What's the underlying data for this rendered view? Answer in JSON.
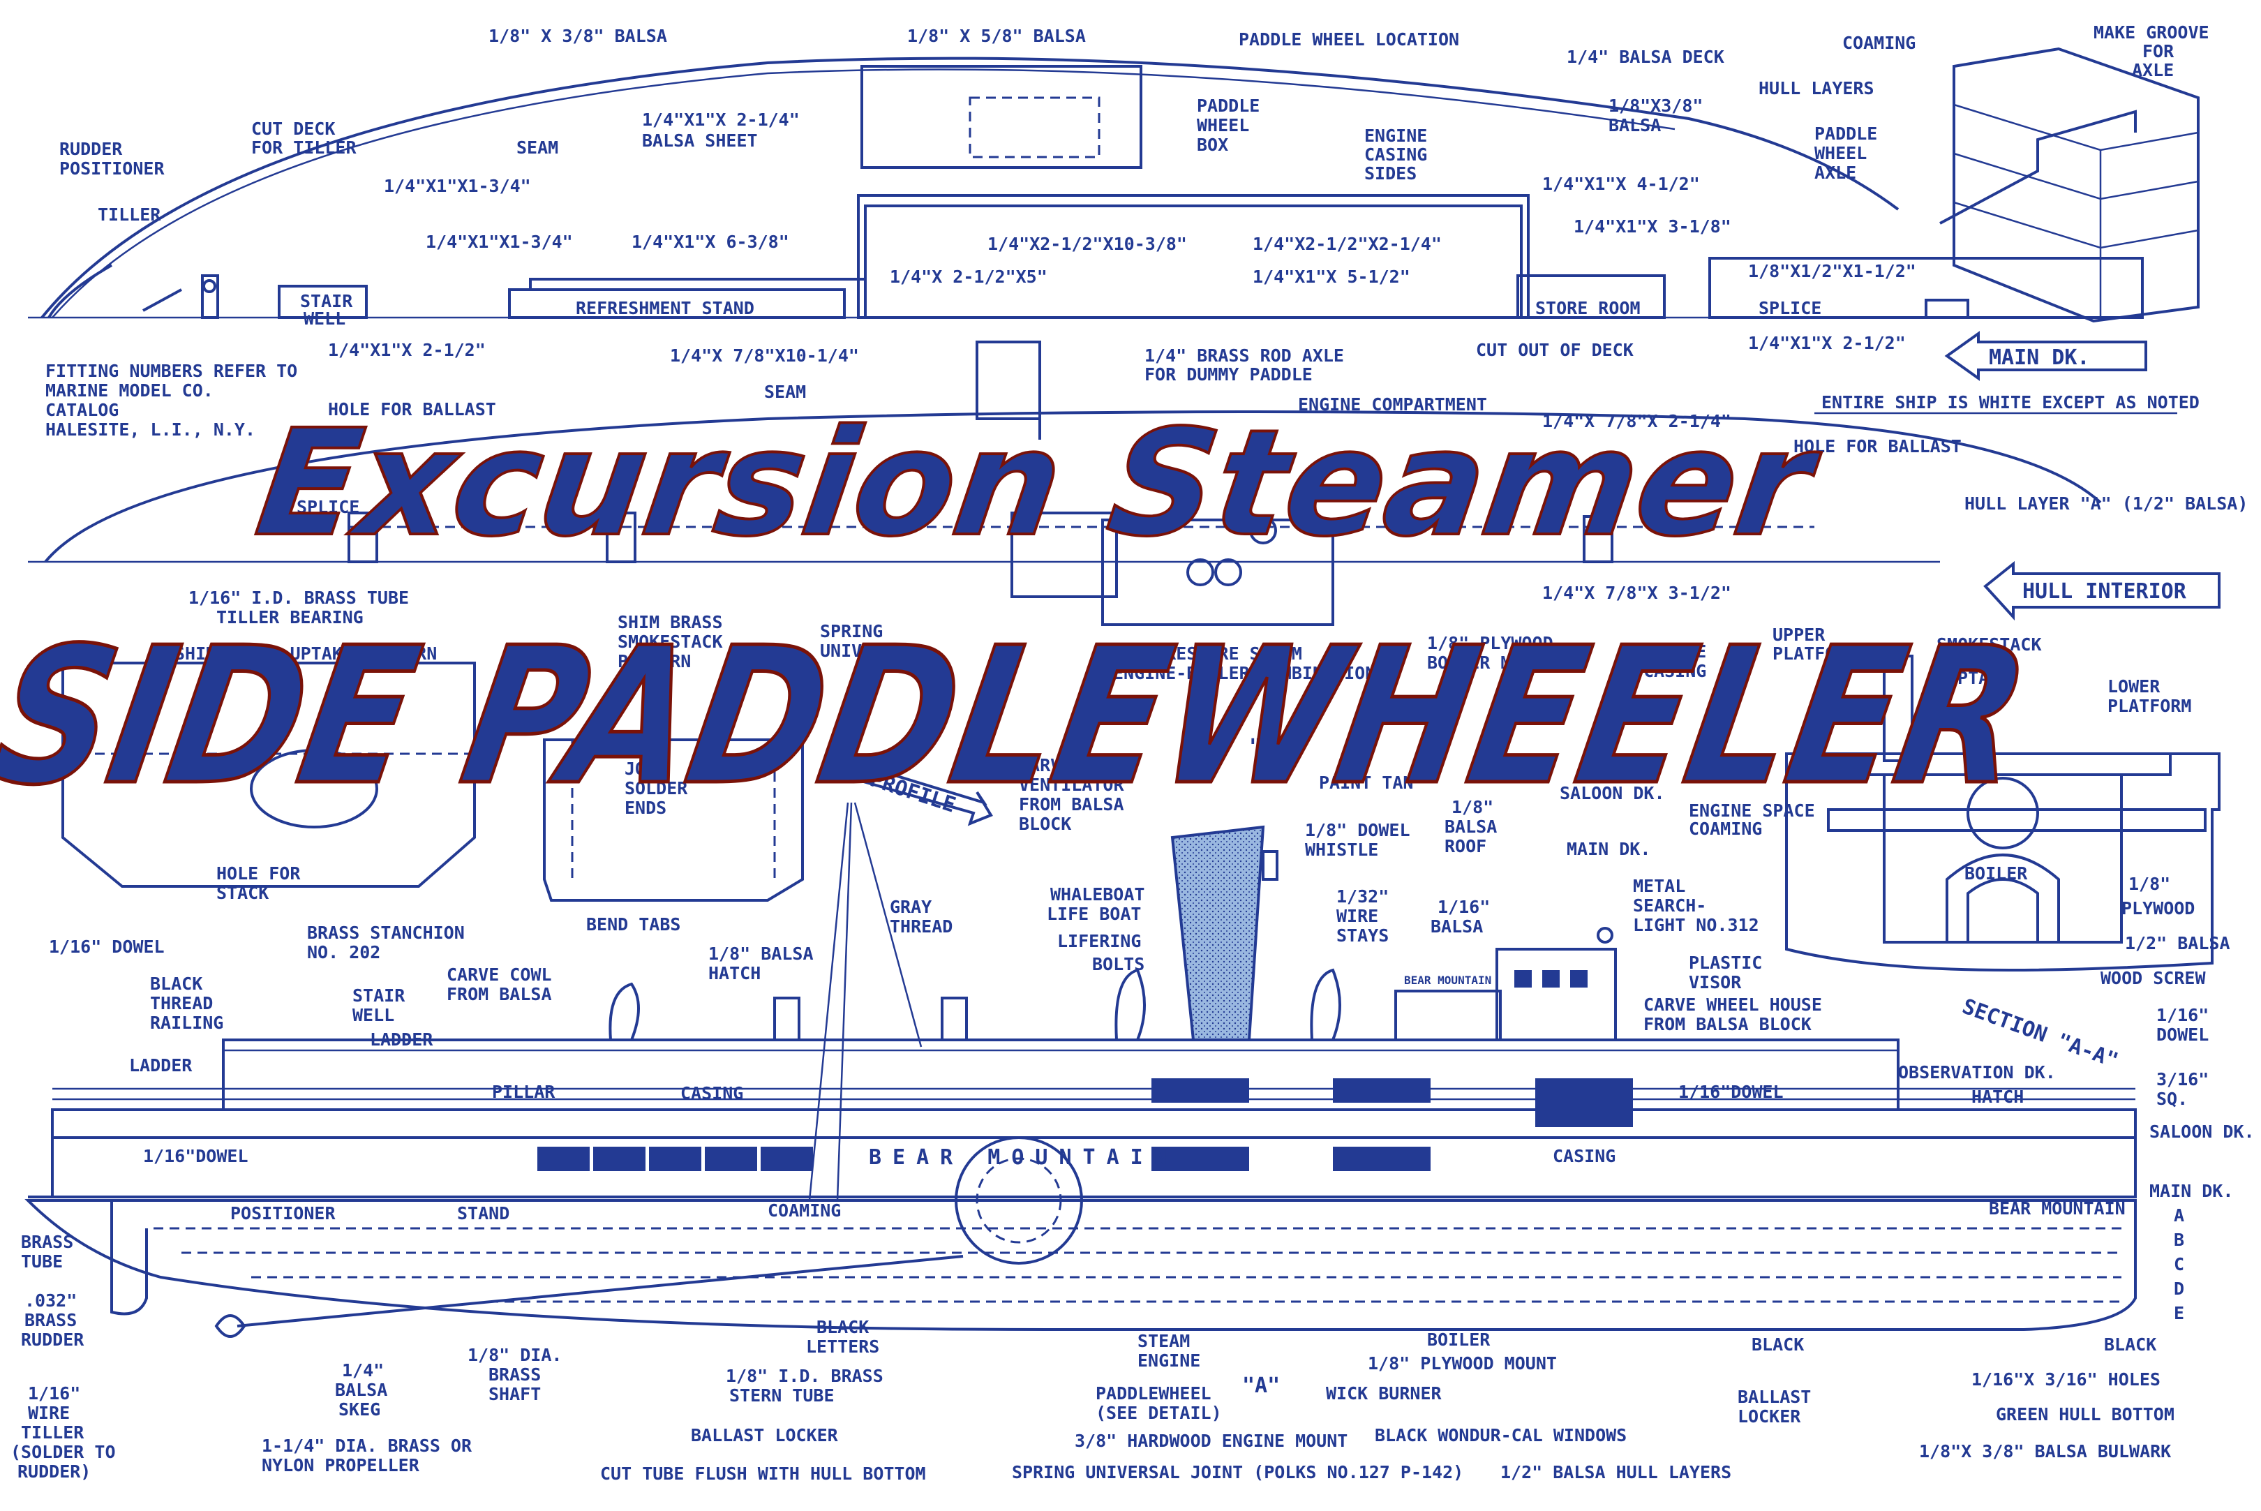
{
  "title": {
    "line1": "Excursion Steamer",
    "line2": "SIDE PADDLEWHEELER",
    "gradient_top": "#fff04a",
    "gradient_bottom": "#e0201a"
  },
  "colors": {
    "ink": "#233a93",
    "stack_fill": "#9ab8e0",
    "paper": "#ffffff"
  },
  "plan_deck": {
    "labels": {
      "balsa1": "1/8\" X 3/8\" BALSA",
      "balsa2": "1/8\" X 5/8\" BALSA",
      "paddle_loc": "PADDLE WHEEL LOCATION",
      "deck": "1/4\" BALSA DECK",
      "rudder_pos1": "RUDDER",
      "rudder_pos2": "POSITIONER",
      "cut_deck1": "CUT DECK",
      "cut_deck2": "FOR TILLER",
      "sheet1": "1/4\"X1\"X 2-1/4\"",
      "sheet2": "BALSA SHEET",
      "pwbox1": "PADDLE",
      "pwbox2": "WHEEL",
      "pwbox3": "BOX",
      "ec1": "ENGINE",
      "ec2": "CASING",
      "ec3": "SIDES",
      "balsa3a": "1/8\"X3/8\"",
      "balsa3b": "BALSA",
      "seam": "SEAM",
      "tiller": "TILLER",
      "d1": "1/4\"X1\"X1-3/4\"",
      "d2": "1/4\"X1\"X1-3/4\"",
      "d3": "1/4\"X1\"X 6-3/8\"",
      "d4": "1/4\"X2-1/2\"X10-3/8\"",
      "d5": "1/4\"X2-1/2\"X2-1/4\"",
      "d6": "1/4\"X1\"X 4-1/2\"",
      "d7": "1/4\"X1\"X 3-1/8\"",
      "d8": "1/4\"X 2-1/2\"X5\"",
      "d9": "1/4\"X1\"X 5-1/2\"",
      "d10": "1/8\"X1/2\"X1-1/2\"",
      "stair1": "STAIR",
      "stair2": "WELL",
      "refresh": "REFRESHMENT STAND",
      "store": "STORE ROOM",
      "splice": "SPLICE",
      "d11": "1/4\"X1\"X 2-1/2\"",
      "d12": "1/4\"X1\"X 2-1/2\"",
      "cutout": "CUT OUT OF DECK",
      "main_dk": "MAIN DK."
    }
  },
  "axle_detail": {
    "coaming": "COAMING",
    "groove1": "MAKE GROOVE",
    "groove2": "FOR",
    "groove3": "AXLE",
    "hull_layers": "HULL LAYERS",
    "axle1": "PADDLE",
    "axle2": "WHEEL",
    "axle3": "AXLE"
  },
  "notes": {
    "fit1": "FITTING NUMBERS REFER TO",
    "fit2": "MARINE MODEL CO.",
    "fit3": "CATALOG",
    "fit4": "HALESITE, L.I., N.Y.",
    "white": "ENTIRE SHIP IS WHITE EXCEPT AS NOTED"
  },
  "hull_interior": {
    "labels": {
      "rod1": "1/4\"X 7/8\"X10-1/4\"",
      "axle1": "1/4\" BRASS ROD AXLE",
      "axle2": "FOR DUMMY PADDLE",
      "seam": "SEAM",
      "ballast1": "HOLE FOR BALLAST",
      "ballast2": "HOLE FOR BALLAST",
      "engcomp": "ENGINE COMPARTMENT",
      "rod2": "1/4\"X 7/8\"X 2-1/4\"",
      "splice": "SPLICE",
      "layerA": "HULL LAYER \"A\" (1/2\" BALSA)",
      "tube1": "1/16\" I.D. BRASS TUBE",
      "tube2": "TILLER BEARING",
      "rod3": "1/4\"X 7/8\"X 3-1/2\"",
      "interior": "HULL INTERIOR"
    }
  },
  "stack_parts": {
    "uptake": "SHIM BRASS UPTAKE PATTERN",
    "stack1": "SHIM BRASS",
    "stack2": "SMOKESTACK",
    "stack3": "PATTERN",
    "spring1": "SPRING",
    "spring2": "UNIVERSAL",
    "join1": "JOIN",
    "join2": "SOLDER",
    "join3": "ENDS",
    "hole1": "HOLE FOR",
    "hole2": "STACK",
    "bend": "BEND TABS",
    "steam1": "LOW PRESSURE STEAM",
    "steam2": "ENGINE-BOILER COMBINATION",
    "ply1": "1/8\" PLYWOOD",
    "ply2": "BOILER MOUNT",
    "paint": "PAINT TAN",
    "smoke": "SMOKESTACK",
    "section_a": "\"A\""
  },
  "section": {
    "upper1": "UPPER",
    "upper2": "PLATFORM",
    "uptake": "UPTAKE",
    "lower1": "LOWER",
    "lower2": "PLATFORM",
    "engine1": "ENGINE",
    "engine2": "CASING",
    "saloon": "SALOON DK.",
    "main": "MAIN DK.",
    "esc1": "ENGINE SPACE",
    "esc2": "COAMING",
    "boiler": "BOILER",
    "ply1": "1/8\"",
    "ply2": "PLYWOOD",
    "balsa": "1/2\" BALSA",
    "screw": "WOOD SCREW",
    "title": "SECTION \"A-A\"",
    "profile": "PROFILE"
  },
  "profile": {
    "name_on_hull": "BEAR MOUNTAIN",
    "name_stern": "BEAR MOUNTAIN",
    "name_wheelhouse": "BEAR MOUNTAIN",
    "labels": {
      "dowel1": "1/16\" DOWEL",
      "stanchion1": "BRASS STANCHION",
      "stanchion2": "NO. 202",
      "railing1": "BLACK",
      "railing2": "THREAD",
      "railing3": "RAILING",
      "stair1": "STAIR",
      "stair2": "WELL",
      "cowl1": "CARVE COWL",
      "cowl2": "FROM BALSA",
      "hatch1": "1/8\" BALSA",
      "hatch2": "HATCH",
      "ladder1": "LADDER",
      "ladder2": "LADDER",
      "pillar": "PILLAR",
      "casing1": "CASING",
      "casing2": "CASING",
      "dowel2": "1/16\"DOWEL",
      "dowel3": "1/16\"DOWEL",
      "positioner": "POSITIONER",
      "stand": "STAND",
      "coaming": "COAMING",
      "vent1": "CARVE",
      "vent2": "VENTILATOR",
      "vent3": "FROM BALSA",
      "vent4": "BLOCK",
      "gray1": "GRAY",
      "gray2": "THREAD",
      "whale1": "WHALEBOAT",
      "whale2": "LIFE BOAT",
      "lifering": "LIFERING",
      "bolts": "BOLTS",
      "whistle1": "1/8\" DOWEL",
      "whistle2": "WHISTLE",
      "stays1": "1/32\"",
      "stays2": "WIRE",
      "stays3": "STAYS",
      "roof1": "1/8\"",
      "roof2": "BALSA",
      "roof3": "ROOF",
      "b16_1": "1/16\"",
      "b16_2": "BALSA",
      "search1": "METAL",
      "search2": "SEARCH-",
      "search3": "LIGHT NO.312",
      "visor1": "PLASTIC",
      "visor2": "VISOR",
      "wh1": "CARVE WHEEL HOUSE",
      "wh2": "FROM BALSA BLOCK",
      "dowel4a": "1/16\"",
      "dowel4b": "DOWEL",
      "obs": "OBSERVATION DK.",
      "hatch": "HATCH",
      "sq1": "3/16\"",
      "sq2": "SQ.",
      "saloon": "SALOON DK.",
      "main": "MAIN DK.",
      "brass_tube1": "BRASS",
      "brass_tube2": "TUBE",
      "rud1": ".032\"",
      "rud2": "BRASS",
      "rud3": "RUDDER",
      "wire1": "1/16\"",
      "wire2": "WIRE",
      "wire3": "TILLER",
      "wire4": "(SOLDER TO",
      "wire5": "RUDDER)",
      "skeg1": "1/4\"",
      "skeg2": "BALSA",
      "skeg3": "SKEG",
      "prop1": "1-1/4\" DIA. BRASS OR",
      "prop2": "NYLON PROPELLER",
      "shaft1": "1/8\" DIA.",
      "shaft2": "BRASS",
      "shaft3": "SHAFT",
      "letters1": "BLACK",
      "letters2": "LETTERS",
      "stube1": "1/8\" I.D. BRASS",
      "stube2": "STERN TUBE",
      "bal_locker": "BALLAST LOCKER",
      "cut_tube": "CUT TUBE FLUSH WITH HULL BOTTOM",
      "steam1": "STEAM",
      "steam2": "ENGINE",
      "pw1": "PADDLEWHEEL",
      "pw2": "(SEE DETAIL)",
      "a_mark": "\"A\"",
      "hmount": "3/8\" HARDWOOD ENGINE MOUNT",
      "spring": "SPRING UNIVERSAL JOINT (POLKS NO.127 P-142)",
      "wick": "WICK BURNER",
      "boiler": "BOILER",
      "plymount": "1/8\" PLYWOOD MOUNT",
      "windows": "BLACK WONDUR-CAL WINDOWS",
      "black1": "BLACK",
      "black2": "BLACK",
      "holes": "1/16\"X 3/16\" HOLES",
      "bl1": "BALLAST",
      "bl2": "LOCKER",
      "green": "GREEN HULL BOTTOM",
      "bulwark": "1/8\"X 3/8\" BALSA BULWARK",
      "layers": "1/2\" BALSA HULL LAYERS",
      "la": "A",
      "lb": "B",
      "lc": "C",
      "ld": "D",
      "le": "E"
    }
  }
}
